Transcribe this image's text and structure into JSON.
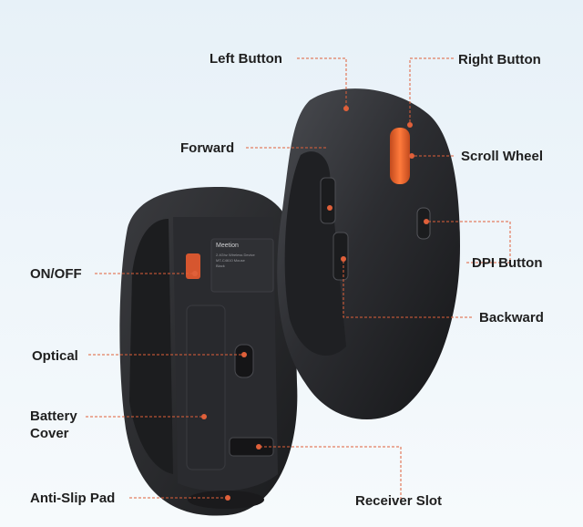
{
  "product": {
    "brand_mark": "Meetion",
    "bottom_label_lines": [
      "2.4Ghz Wireless Device",
      "MT-C4610 Mouse",
      "Black"
    ]
  },
  "callouts": {
    "left_button": "Left Button",
    "right_button": "Right Button",
    "forward": "Forward",
    "scroll_wheel": "Scroll Wheel",
    "dpi_button": "DPI Button",
    "on_off": "ON/OFF",
    "backward": "Backward",
    "optical": "Optical",
    "battery_cover_line1": "Battery",
    "battery_cover_line2": "Cover",
    "anti_slip_pad": "Anti-Slip Pad",
    "receiver_slot": "Receiver Slot"
  },
  "colors": {
    "leader_line": "#e0603a",
    "dot": "#e0603a",
    "mouse_body": "#2a2b2e",
    "scroll_wheel": "#e8622f",
    "text": "#1f1f1f"
  }
}
